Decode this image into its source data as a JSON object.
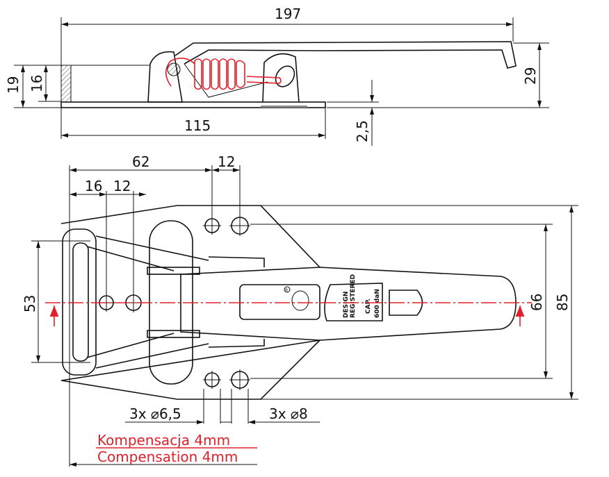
{
  "side_view": {
    "overall_length": "197",
    "base_length": "115",
    "height_outer": "19",
    "height_inner": "16",
    "total_height": "29",
    "plate_thickness": "2,5"
  },
  "top_view": {
    "dim_62": "62",
    "dim_12_top": "12",
    "dim_16": "16",
    "dim_12_left": "12",
    "dim_53": "53",
    "dim_66": "66",
    "dim_85": "85",
    "holes_small": "3x ⌀6,5",
    "holes_large": "3x ⌀8",
    "marking": {
      "design": "DESIGN",
      "registered": "REGISTERED",
      "cap": "CAP.",
      "load": "600 daN",
      "registered_mark": "R"
    }
  },
  "notes": {
    "line1": "Kompensacja 4mm",
    "line2": "Compensation 4mm"
  },
  "colors": {
    "annotation": "#e0202a",
    "lines": "#111111"
  }
}
